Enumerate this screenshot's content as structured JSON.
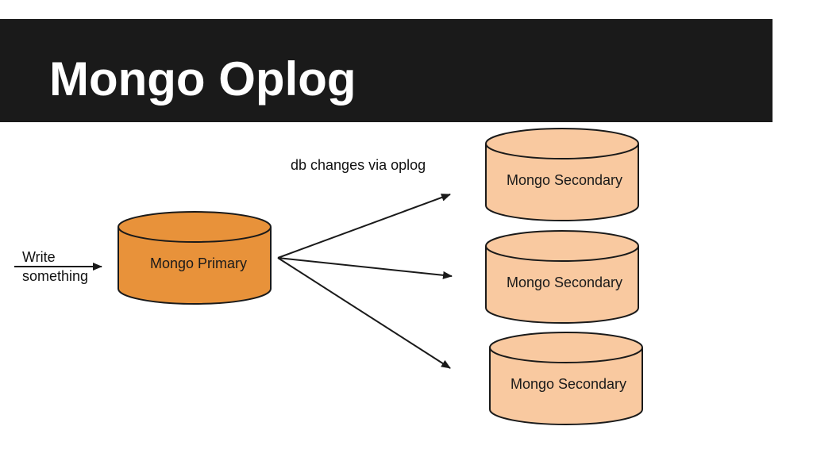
{
  "slide": {
    "title": "Mongo Oplog"
  },
  "diagram": {
    "colors": {
      "title_bar": "#1a1a1a",
      "primary_fill": "#e8923a",
      "secondary_fill": "#f9c9a0",
      "stroke": "#1a1a1a"
    },
    "nodes": {
      "primary": {
        "label": "Mongo Primary"
      },
      "secondaries": [
        {
          "label": "Mongo Secondary"
        },
        {
          "label": "Mongo Secondary"
        },
        {
          "label": "Mongo Secondary"
        }
      ]
    },
    "edges": {
      "input_label_line1": "Write",
      "input_label_line2": "something",
      "replication_label": "db changes via oplog"
    }
  }
}
